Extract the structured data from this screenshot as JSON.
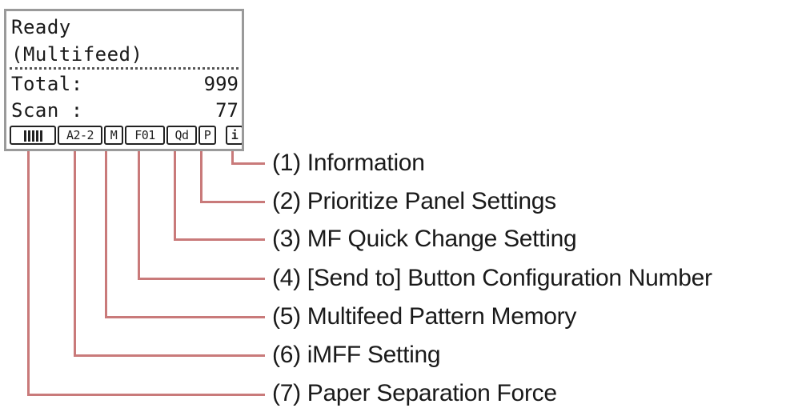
{
  "lcd": {
    "line1": "Ready",
    "line2": "(Multifeed)",
    "total_label": "Total:",
    "total_value": "999",
    "scan_label": "Scan :",
    "scan_value": "77",
    "indicators": {
      "mf_pattern": "M",
      "imff": "A2-2",
      "send_to": "F01",
      "quick_change": "Qd",
      "prioritize": "P",
      "information": "i"
    }
  },
  "callouts": [
    "(1) Information",
    "(2) Prioritize Panel Settings",
    "(3) MF Quick Change Setting",
    "(4) [Send to] Button Configuration Number",
    "(5) Multifeed Pattern Memory",
    "(6) iMFF Setting",
    "(7) Paper Separation Force"
  ],
  "colors": {
    "leader_line": "#c97a7a",
    "lcd_border": "#9a9a9a"
  }
}
